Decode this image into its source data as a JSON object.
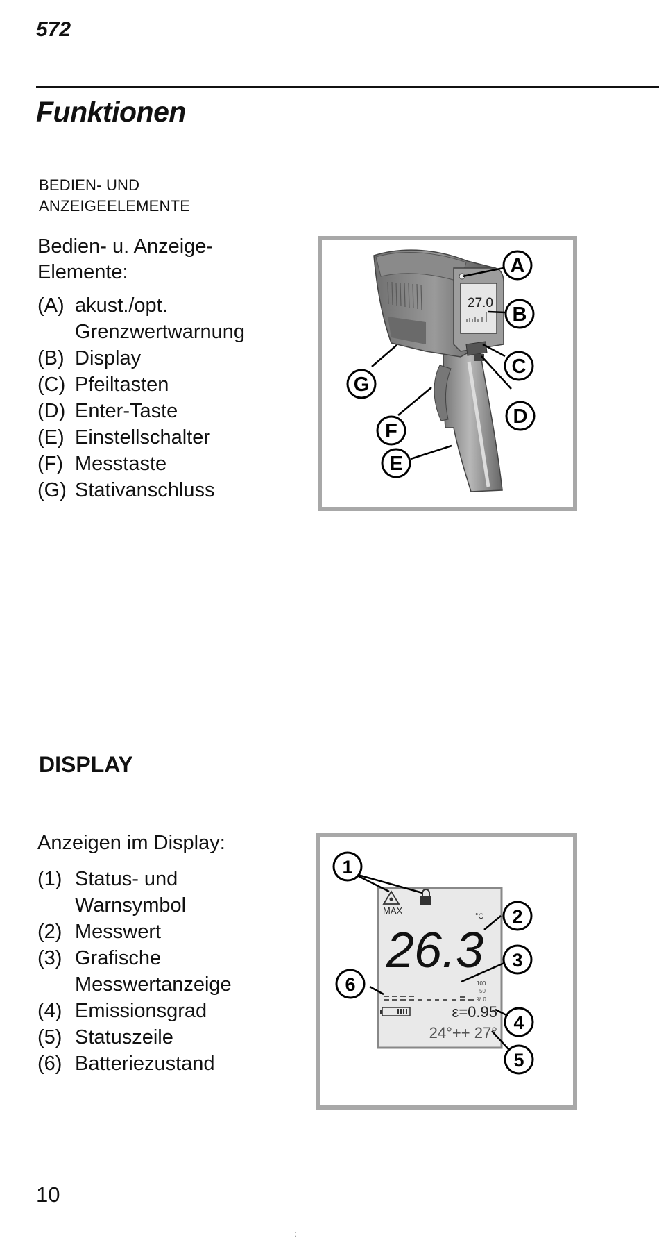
{
  "header": {
    "page_number": "572",
    "title": "Funktionen"
  },
  "section1": {
    "label_lines": [
      "BEDIEN- UND",
      "ANZEIGEELEMENTE"
    ],
    "intro_lines": [
      "Bedien- u. Anzeige-",
      "Elemente:"
    ],
    "items": [
      {
        "marker": "(A)",
        "text": "akust./opt. Grenzwertwarnung"
      },
      {
        "marker": "(B)",
        "text": "Display"
      },
      {
        "marker": "(C)",
        "text": "Pfeiltasten"
      },
      {
        "marker": "(D)",
        "text": "Enter-Taste"
      },
      {
        "marker": "(E)",
        "text": "Einstellschalter"
      },
      {
        "marker": "(F)",
        "text": "Messtaste"
      },
      {
        "marker": "(G)",
        "text": "Stativanschluss"
      }
    ],
    "figure": {
      "callouts": [
        "A",
        "B",
        "C",
        "D",
        "E",
        "F",
        "G"
      ],
      "display_reading": "27.0"
    }
  },
  "section2": {
    "heading": "DISPLAY",
    "intro": "Anzeigen im Display:",
    "items": [
      {
        "marker": "(1)",
        "text": "Status- und Warnsymbol"
      },
      {
        "marker": "(2)",
        "text": "Messwert"
      },
      {
        "marker": "(3)",
        "text": "Grafische Messwertanzeige"
      },
      {
        "marker": "(4)",
        "text": "Emissionsgrad"
      },
      {
        "marker": "(5)",
        "text": "Statuszeile"
      },
      {
        "marker": "(6)",
        "text": "Batteriezustand"
      }
    ],
    "figure": {
      "callouts": [
        "1",
        "2",
        "3",
        "4",
        "5",
        "6"
      ],
      "max_label": "MAX",
      "unit": "°C",
      "reading": "26.3",
      "scale_100": "100",
      "scale_50": "50",
      "scale_pct": "% 0",
      "emissivity": "ε=0.95",
      "status_line": "24°++ 27°"
    }
  },
  "footer": {
    "page_number": "10",
    "dots": ":"
  }
}
